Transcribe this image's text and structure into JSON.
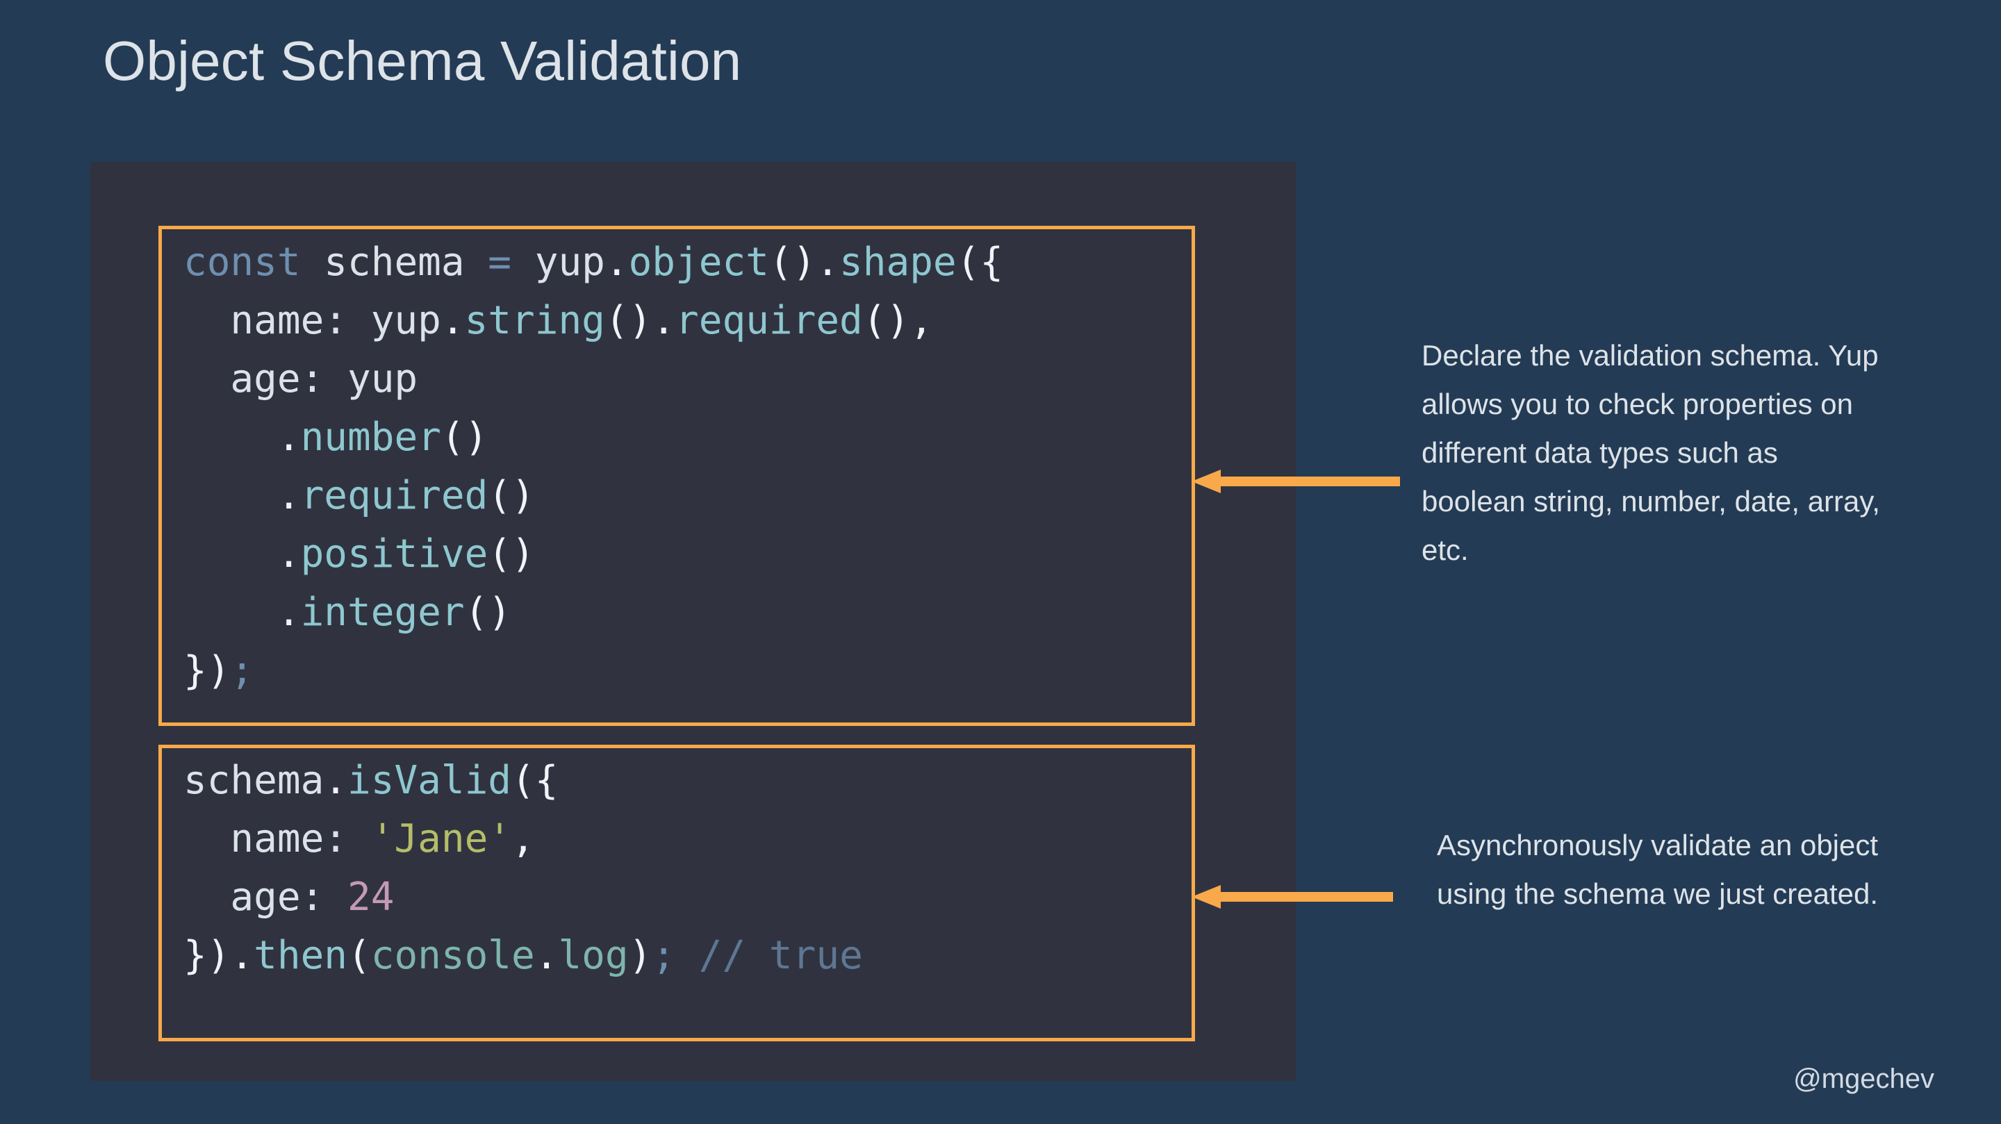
{
  "slide": {
    "title": "Object Schema Validation",
    "background_color": "#243b55",
    "code_panel_color": "#30333f",
    "accent_color": "#f9a94a",
    "handle": "@mgechev"
  },
  "code_blocks": [
    {
      "id": "schema-declaration",
      "border_color": "#f9a94a",
      "lines": [
        "const schema = yup.object().shape({",
        "  name: yup.string().required(),",
        "  age: yup",
        "    .number()",
        "    .required()",
        "    .positive()",
        "    .integer()",
        "});"
      ],
      "plain_text": "const schema = yup.object().shape({\n  name: yup.string().required(),\n  age: yup\n    .number()\n    .required()\n    .positive()\n    .integer()\n});"
    },
    {
      "id": "schema-validation-call",
      "border_color": "#f9a94a",
      "lines": [
        "schema.isValid({",
        "  name: 'Jane',",
        "  age: 24",
        "}).then(console.log); // true"
      ],
      "plain_text": "schema.isValid({\n  name: 'Jane',\n  age: 24\n}).then(console.log); // true"
    }
  ],
  "annotations": [
    {
      "id": "annotation-declare-schema",
      "text": "Declare the validation schema. Yup allows you to check properties on different data types such as boolean string, number, date, array, etc.",
      "target": "schema-declaration"
    },
    {
      "id": "annotation-async-validate",
      "text": "Asynchronously validate an object using the schema we just created.",
      "target": "schema-validation-call"
    }
  ]
}
